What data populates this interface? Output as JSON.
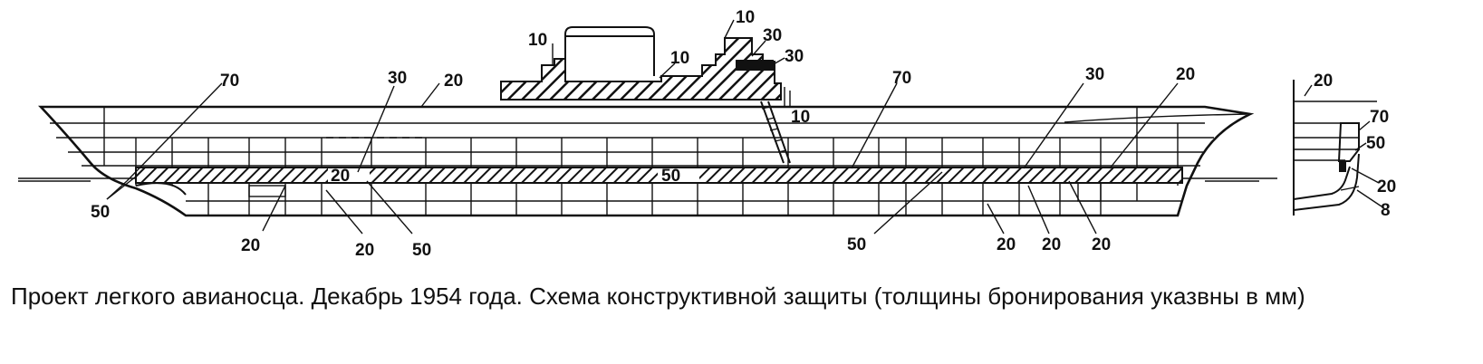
{
  "caption": "Проект легкого авианосца. Декабрь 1954 года. Схема конструктивной защиты (толщины бронирования указвны в мм)",
  "profile_labels": {
    "bow_belt_upper": "70",
    "bow_belt_lower": "50",
    "hangar_side": "30",
    "flight_deck": "20",
    "forward_deck_inner": "20",
    "deck_below_1": "20",
    "deck_below_2": "20",
    "deck_below_3": "50",
    "island_left": "10",
    "island_top": "10",
    "island_mid": "10",
    "island_30a": "30",
    "island_30b": "30",
    "uptake": "10",
    "belt_aft_70": "70",
    "belt_main_50": "50",
    "lower_aft_50": "50",
    "aft_30": "30",
    "aft_20_top": "20",
    "aft_20_a": "20",
    "aft_20_b": "20",
    "aft_20_c": "20"
  },
  "section_labels": {
    "deck": "20",
    "belt_top": "70",
    "belt": "50",
    "lower": "20",
    "bottom": "8"
  }
}
